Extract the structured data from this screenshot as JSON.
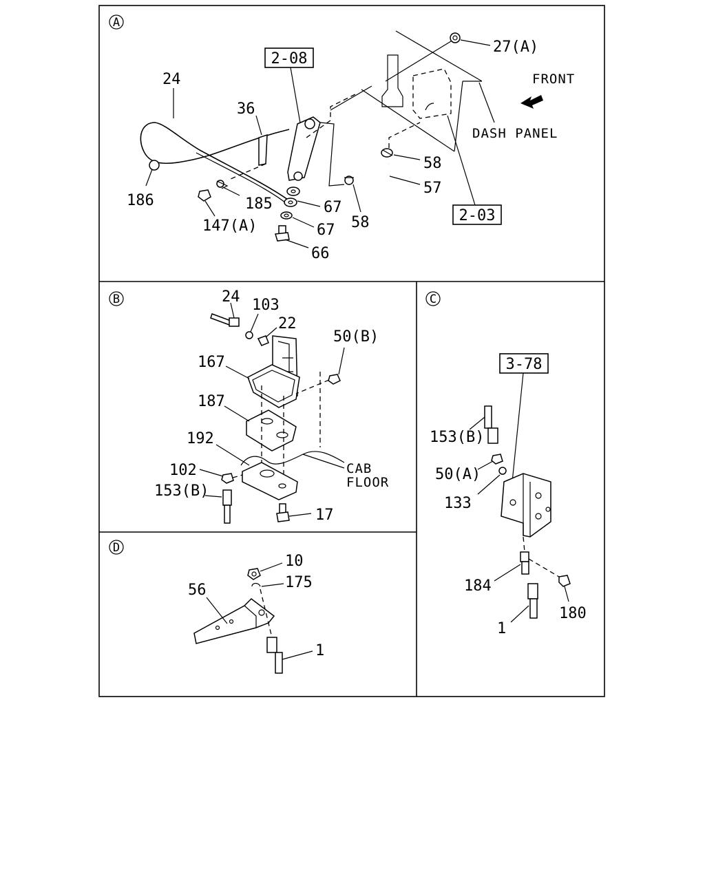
{
  "sections": {
    "A": {
      "marker": "A",
      "boxes": {
        "b208": "2-08",
        "b203": "2-03"
      },
      "labels": {
        "front": "FRONT",
        "dash_panel": "DASH PANEL",
        "p27a": "27(A)",
        "p24": "24",
        "p36": "36",
        "p186": "186",
        "p185": "185",
        "p147a": "147(A)",
        "p67a": "67",
        "p67b": "67",
        "p66": "66",
        "p58a": "58",
        "p58b": "58",
        "p57": "57"
      }
    },
    "B": {
      "marker": "B",
      "labels": {
        "p24": "24",
        "p103": "103",
        "p22": "22",
        "p50b": "50(B)",
        "p167": "167",
        "p187": "187",
        "p192": "192",
        "p102": "102",
        "p153b": "153(B)",
        "p17": "17",
        "cab": "CAB",
        "floor": "FLOOR"
      }
    },
    "C": {
      "marker": "C",
      "boxes": {
        "b378": "3-78"
      },
      "labels": {
        "p153b": "153(B)",
        "p50a": "50(A)",
        "p133": "133",
        "p184": "184",
        "p180": "180",
        "p1": "1"
      }
    },
    "D": {
      "marker": "D",
      "labels": {
        "p10": "10",
        "p175": "175",
        "p56": "56",
        "p1": "1"
      }
    }
  }
}
